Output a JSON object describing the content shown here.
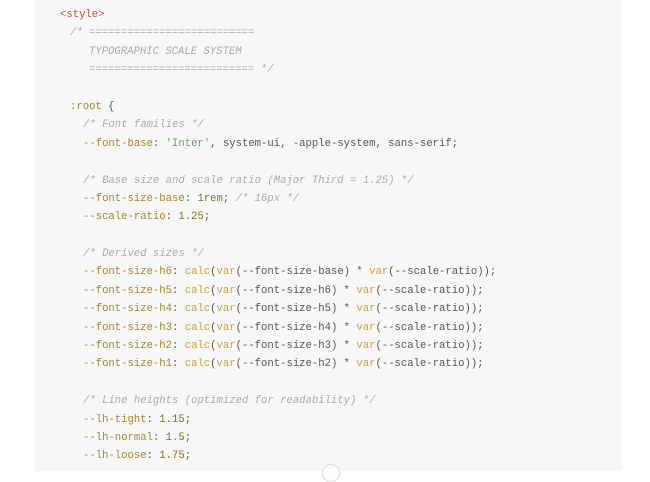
{
  "code_block": {
    "lines": [
      {
        "indent": 25,
        "tokens": [
          {
            "t": "<style>",
            "k": "tag"
          }
        ]
      },
      {
        "indent": 35,
        "tokens": [
          {
            "t": "/* ==========================",
            "k": "com"
          }
        ]
      },
      {
        "indent": 54,
        "tokens": [
          {
            "t": "TYPOGRAPHIC SCALE SYSTEM",
            "k": "com"
          }
        ]
      },
      {
        "indent": 54,
        "tokens": [
          {
            "t": "========================== */",
            "k": "com"
          }
        ]
      },
      {
        "indent": 0,
        "tokens": []
      },
      {
        "indent": 35,
        "tokens": [
          {
            "t": ":root",
            "k": "sel"
          },
          {
            "t": " {",
            "k": "plain"
          }
        ]
      },
      {
        "indent": 48,
        "tokens": [
          {
            "t": "/* Font families */",
            "k": "com"
          }
        ]
      },
      {
        "indent": 48,
        "tokens": [
          {
            "t": "--font-base",
            "k": "prop"
          },
          {
            "t": ": ",
            "k": "plain"
          },
          {
            "t": "'Inter'",
            "k": "str"
          },
          {
            "t": ", system-ui, -apple-system, sans-serif;",
            "k": "plain"
          }
        ]
      },
      {
        "indent": 0,
        "tokens": []
      },
      {
        "indent": 48,
        "tokens": [
          {
            "t": "/* Base size and scale ratio (Major Third = 1.25) */",
            "k": "com"
          }
        ]
      },
      {
        "indent": 48,
        "tokens": [
          {
            "t": "--font-size-base",
            "k": "prop"
          },
          {
            "t": ": ",
            "k": "plain"
          },
          {
            "t": "1rem",
            "k": "num"
          },
          {
            "t": "; ",
            "k": "plain"
          },
          {
            "t": "/* 16px */",
            "k": "com"
          }
        ]
      },
      {
        "indent": 48,
        "tokens": [
          {
            "t": "--scale-ratio",
            "k": "prop"
          },
          {
            "t": ": ",
            "k": "plain"
          },
          {
            "t": "1.25",
            "k": "num"
          },
          {
            "t": ";",
            "k": "plain"
          }
        ]
      },
      {
        "indent": 0,
        "tokens": []
      },
      {
        "indent": 48,
        "tokens": [
          {
            "t": "/* Derived sizes */",
            "k": "com"
          }
        ]
      },
      {
        "indent": 48,
        "tokens": [
          {
            "t": "--font-size-h6",
            "k": "prop"
          },
          {
            "t": ": ",
            "k": "plain"
          },
          {
            "t": "calc",
            "k": "fn"
          },
          {
            "t": "(",
            "k": "plain"
          },
          {
            "t": "var",
            "k": "fn"
          },
          {
            "t": "(--font-size-base) * ",
            "k": "plain"
          },
          {
            "t": "var",
            "k": "fn"
          },
          {
            "t": "(--scale-ratio));",
            "k": "plain"
          }
        ]
      },
      {
        "indent": 48,
        "tokens": [
          {
            "t": "--font-size-h5",
            "k": "prop"
          },
          {
            "t": ": ",
            "k": "plain"
          },
          {
            "t": "calc",
            "k": "fn"
          },
          {
            "t": "(",
            "k": "plain"
          },
          {
            "t": "var",
            "k": "fn"
          },
          {
            "t": "(--font-size-h6) * ",
            "k": "plain"
          },
          {
            "t": "var",
            "k": "fn"
          },
          {
            "t": "(--scale-ratio));",
            "k": "plain"
          }
        ]
      },
      {
        "indent": 48,
        "tokens": [
          {
            "t": "--font-size-h4",
            "k": "prop"
          },
          {
            "t": ": ",
            "k": "plain"
          },
          {
            "t": "calc",
            "k": "fn"
          },
          {
            "t": "(",
            "k": "plain"
          },
          {
            "t": "var",
            "k": "fn"
          },
          {
            "t": "(--font-size-h5) * ",
            "k": "plain"
          },
          {
            "t": "var",
            "k": "fn"
          },
          {
            "t": "(--scale-ratio));",
            "k": "plain"
          }
        ]
      },
      {
        "indent": 48,
        "tokens": [
          {
            "t": "--font-size-h3",
            "k": "prop"
          },
          {
            "t": ": ",
            "k": "plain"
          },
          {
            "t": "calc",
            "k": "fn"
          },
          {
            "t": "(",
            "k": "plain"
          },
          {
            "t": "var",
            "k": "fn"
          },
          {
            "t": "(--font-size-h4) * ",
            "k": "plain"
          },
          {
            "t": "var",
            "k": "fn"
          },
          {
            "t": "(--scale-ratio));",
            "k": "plain"
          }
        ]
      },
      {
        "indent": 48,
        "tokens": [
          {
            "t": "--font-size-h2",
            "k": "prop"
          },
          {
            "t": ": ",
            "k": "plain"
          },
          {
            "t": "calc",
            "k": "fn"
          },
          {
            "t": "(",
            "k": "plain"
          },
          {
            "t": "var",
            "k": "fn"
          },
          {
            "t": "(--font-size-h3) * ",
            "k": "plain"
          },
          {
            "t": "var",
            "k": "fn"
          },
          {
            "t": "(--scale-ratio));",
            "k": "plain"
          }
        ]
      },
      {
        "indent": 48,
        "tokens": [
          {
            "t": "--font-size-h1",
            "k": "prop"
          },
          {
            "t": ": ",
            "k": "plain"
          },
          {
            "t": "calc",
            "k": "fn"
          },
          {
            "t": "(",
            "k": "plain"
          },
          {
            "t": "var",
            "k": "fn"
          },
          {
            "t": "(--font-size-h2) * ",
            "k": "plain"
          },
          {
            "t": "var",
            "k": "fn"
          },
          {
            "t": "(--scale-ratio));",
            "k": "plain"
          }
        ]
      },
      {
        "indent": 0,
        "tokens": []
      },
      {
        "indent": 48,
        "tokens": [
          {
            "t": "/* Line heights (optimized for readability) */",
            "k": "com"
          }
        ]
      },
      {
        "indent": 48,
        "tokens": [
          {
            "t": "--lh-tight",
            "k": "prop"
          },
          {
            "t": ": ",
            "k": "plain"
          },
          {
            "t": "1.15",
            "k": "num"
          },
          {
            "t": ";",
            "k": "plain"
          }
        ]
      },
      {
        "indent": 48,
        "tokens": [
          {
            "t": "--lh-normal",
            "k": "prop"
          },
          {
            "t": ": ",
            "k": "plain"
          },
          {
            "t": "1.5",
            "k": "num"
          },
          {
            "t": ";",
            "k": "plain"
          }
        ]
      },
      {
        "indent": 48,
        "tokens": [
          {
            "t": "--lh-loose",
            "k": "prop"
          },
          {
            "t": ": ",
            "k": "plain"
          },
          {
            "t": "1.75",
            "k": "num"
          },
          {
            "t": ";",
            "k": "plain"
          }
        ]
      }
    ]
  },
  "colors": {
    "block_bg": "#f7f7f7",
    "tag": "#a65a3e",
    "comment": "#aaaaaa",
    "property": "#a4852c",
    "number": "#8a6d1e",
    "string": "#6c9a6c",
    "function": "#c9a23a"
  },
  "scroll_button": {
    "icon": "scroll-down-icon"
  }
}
